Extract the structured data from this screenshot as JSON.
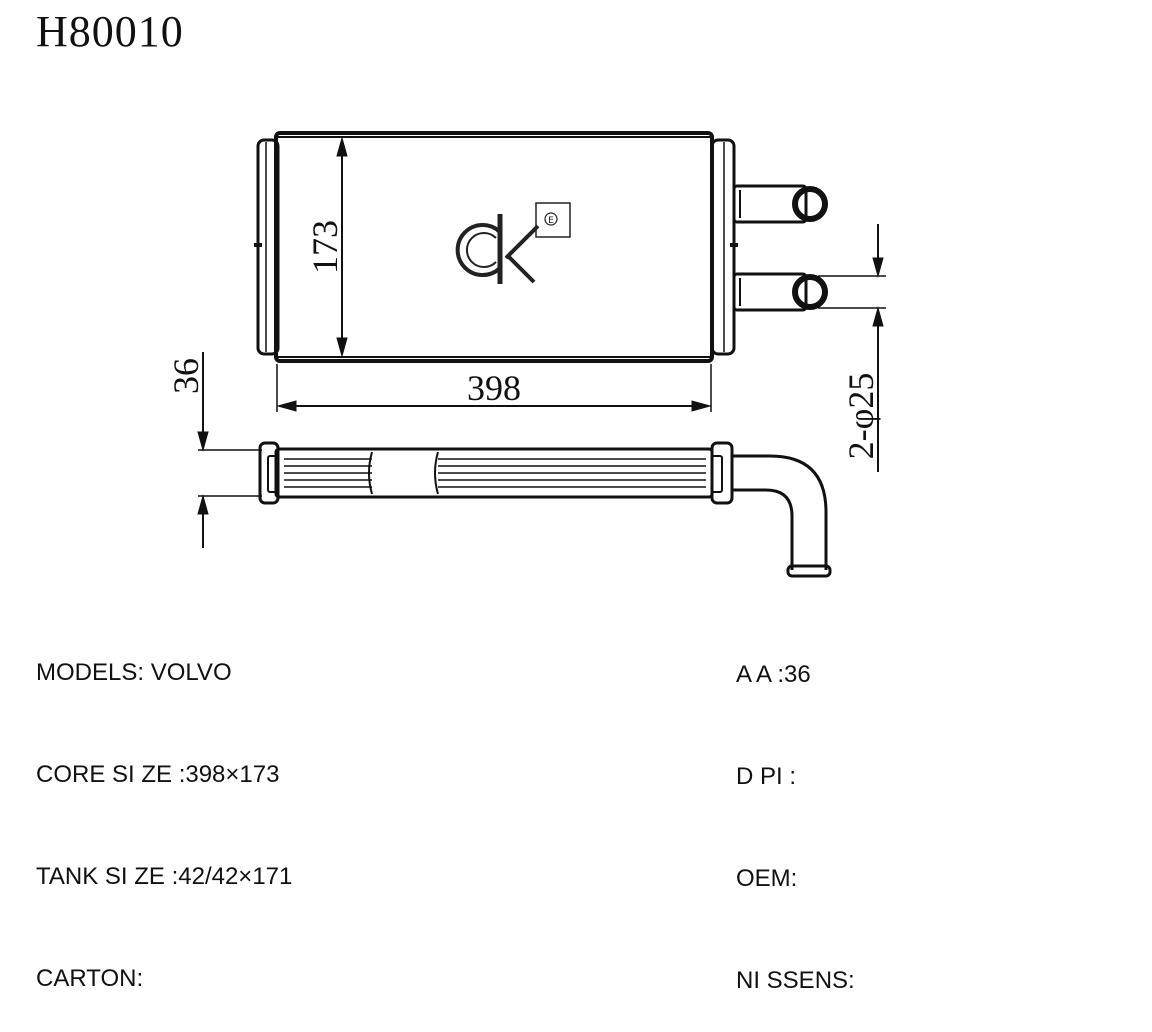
{
  "title": "H80010",
  "dimensions": {
    "height": "173",
    "width": "398",
    "thickness": "36",
    "pipes": "2-φ25"
  },
  "logo": {
    "text": "ck",
    "mark": "E"
  },
  "specs_left": [
    "MODELS: VOLVO",
    "CORE SI ZE :398×173",
    "TANK SI ZE :42/42×171",
    "CARTON:"
  ],
  "specs_right": [
    "A A :36",
    "D PI :",
    "OEM:",
    "NI SSENS:"
  ]
}
